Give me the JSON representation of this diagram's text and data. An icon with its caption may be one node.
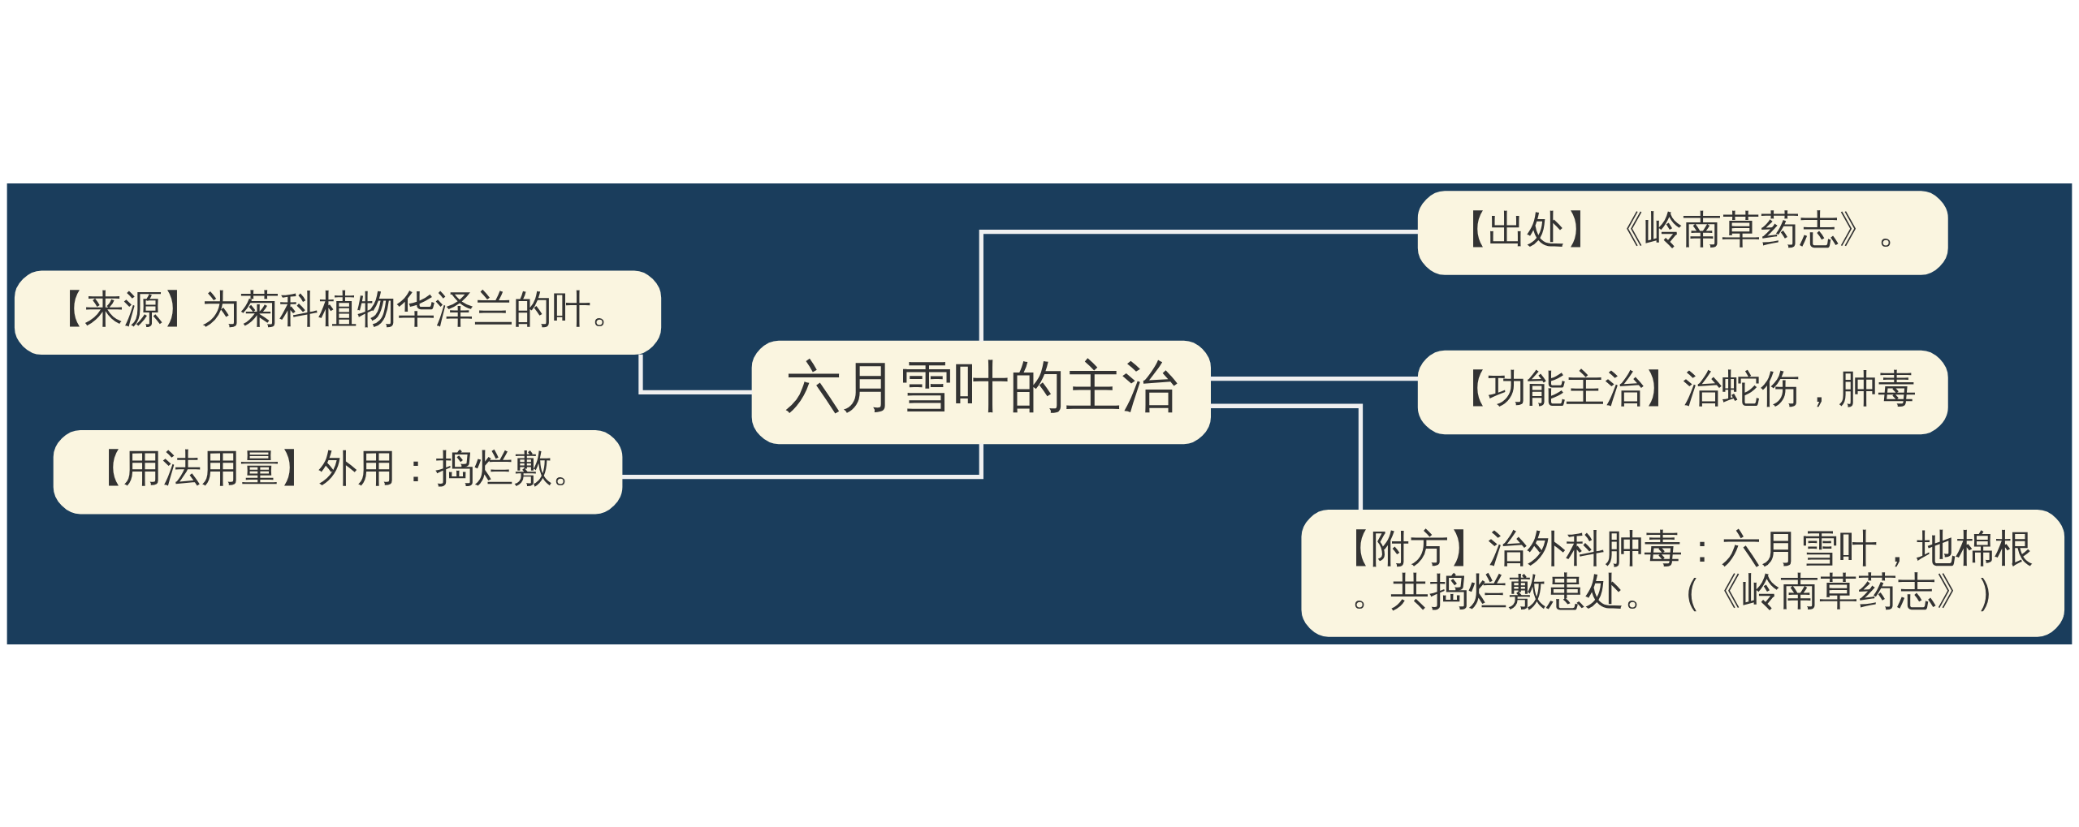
{
  "diagram": {
    "nodes": [
      {
        "text": [
          "六月雪叶的主治"
        ]
      },
      {
        "text": [
          "【来源】为菊科植物华泽兰的叶。"
        ]
      },
      {
        "text": [
          "【用法用量】外用：捣烂敷。"
        ]
      },
      {
        "text": [
          "【出处】《岭南草药志》。"
        ]
      },
      {
        "text": [
          "【功能主治】治蛇伤，肿毒"
        ]
      },
      {
        "text": [
          "【附方】治外科肿毒：六月雪叶，地棉根。共捣烂敷患处。（《岭南草药志》）"
        ]
      }
    ],
    "edges": [
      {
        "from": 0,
        "to": 1,
        "arrow": "none"
      },
      {
        "from": 0,
        "to": 2,
        "arrow": "none"
      },
      {
        "from": 0,
        "to": 3,
        "arrow": "none"
      },
      {
        "from": 0,
        "to": 4,
        "arrow": "none"
      },
      {
        "from": 0,
        "to": 5,
        "arrow": "none"
      }
    ]
  }
}
